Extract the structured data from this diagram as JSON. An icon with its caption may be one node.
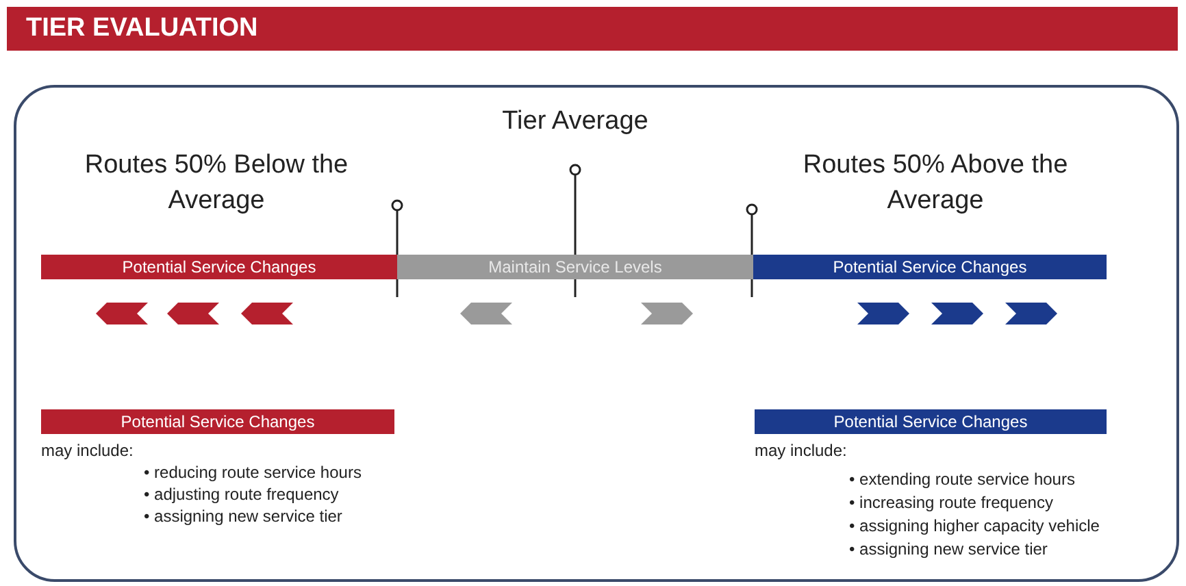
{
  "diagram": {
    "title": "TIER EVALUATION",
    "nodes": [
      {
        "text": [
          "Potential Service Changes"
        ]
      },
      {
        "text": [
          "Maintain Service Levels"
        ]
      },
      {
        "text": [
          "Potential Service Changes"
        ]
      },
      {
        "text": [
          "Potential Service Changes"
        ]
      },
      {
        "text": [
          "Potential Service Changes"
        ]
      }
    ],
    "labels": [
      "Tier Average",
      "Routes 50% Below the Average",
      "Routes 50% Above the Average",
      "may include:",
      "• reducing route service hours",
      "• adjusting route frequency",
      "• assigning new service tier",
      "may include:",
      "• extending route service hours",
      "• increasing route frequency",
      "• assigning higher capacity vehicle",
      "• assigning new service tier"
    ]
  }
}
